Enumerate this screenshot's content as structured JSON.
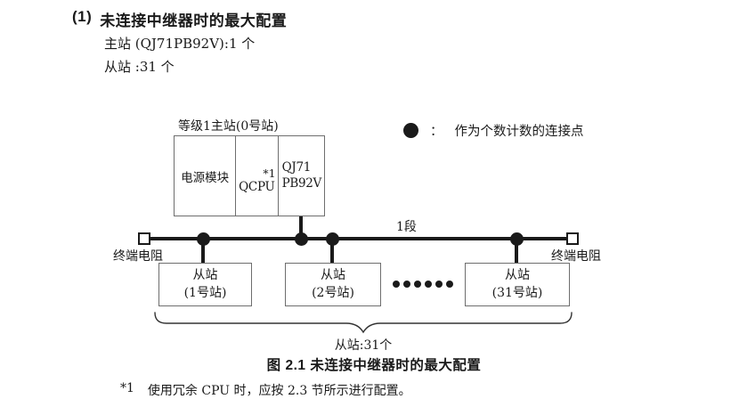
{
  "intro": {
    "number": "(1)",
    "title": "未连接中继器时的最大配置",
    "line1": "主站 (QJ71PB92V):1 个",
    "line2": "从站 :31 个"
  },
  "diagram": {
    "master": {
      "label": "等级1主站(0号站)",
      "cells": {
        "power": "电源模块",
        "cpu": "QCPU",
        "cpu_note": "*1",
        "pb_line1": "QJ71",
        "pb_line2": "PB92V"
      }
    },
    "legend": {
      "separator": "：",
      "text": "作为个数计数的连接点"
    },
    "segment_label": "1段",
    "terminators": {
      "left": "终端电阻",
      "right": "终端电阻"
    },
    "slaves": [
      {
        "title": "从站",
        "subtitle": "(1号站)"
      },
      {
        "title": "从站",
        "subtitle": "(2号站)"
      },
      {
        "title": "从站",
        "subtitle": "(31号站)"
      }
    ],
    "ellipsis_dot_count": 6,
    "brace_label": "从站:31个"
  },
  "caption": "图 2.1 未连接中继器时的最大配置",
  "footnote": {
    "marker": "*1",
    "text": "使用冗余 CPU 时，应按 2.3 节所示进行配置。"
  },
  "colors": {
    "ink": "#1a1a1a",
    "box_border": "#6e6e6e",
    "background": "#ffffff"
  }
}
